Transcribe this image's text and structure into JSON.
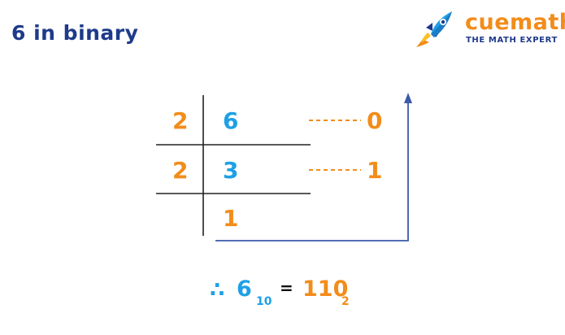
{
  "header": {
    "title": "6 in binary"
  },
  "logo": {
    "brand_name": "cuemath",
    "tagline": "THE MATH EXPERT"
  },
  "division": {
    "divisor": "2",
    "rows": [
      {
        "divisor": "2",
        "dividend": "6",
        "remainder": "0"
      },
      {
        "divisor": "2",
        "dividend": "3",
        "remainder": "1"
      }
    ],
    "final_quotient": "1"
  },
  "result": {
    "therefore_symbol": "∴",
    "decimal_value": "6",
    "decimal_base": "10",
    "equals": "=",
    "binary_value": "110",
    "binary_base": "2"
  },
  "colors": {
    "orange": "#f28c1a",
    "blue": "#1ea0e6",
    "navy": "#1e3a8a",
    "arrow": "#3b5aa8",
    "line": "#222222"
  }
}
